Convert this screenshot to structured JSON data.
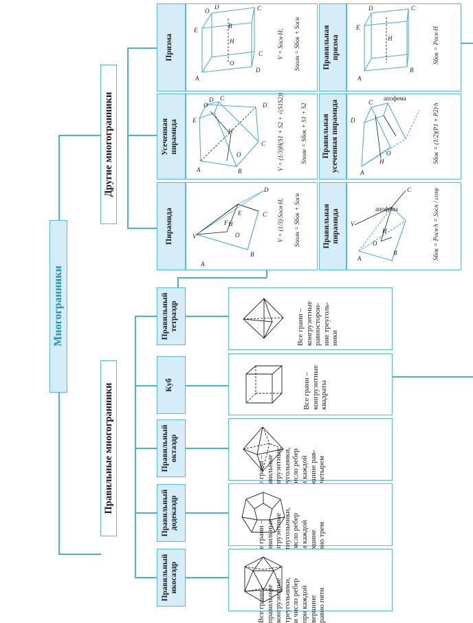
{
  "main_title": "Многогранники",
  "categories": {
    "regular": "Правильные многогранники",
    "other": "Другие многогранники"
  },
  "regular_polyhedra": [
    {
      "name": "Правильный\nикосаэдр",
      "description": "Все грани –\nправильные\nконгруэнтные\nтреугольники,\nи число ребер\nпри каждой\nвершине\nравно пяти"
    },
    {
      "name": "Правильный\nдодекаэдр",
      "description": "Все грани –\nправильные\nконгруэнтные\nпятиугольники,\nи число ребер\nпри каждой\nвершине\nравно трем"
    },
    {
      "name": "Правильный\nоктаэдр",
      "description": "Все грани –\nправильные\nконгруэнтные\nтреугольники,\nи число ребер\nпри каждой\nвершине рав-\nно четырем"
    },
    {
      "name": "Куб",
      "description": "Все грани –\nконгруэнтные\nквадраты"
    },
    {
      "name": "Правильный\nтетраэдр",
      "description": "Все грани –\nконгруэнтные\nравносторон-\nние треуголь-\nники"
    }
  ],
  "other_polyhedra": [
    {
      "name": "Пирамида",
      "formulas": [
        "V = (1/3)·Sосн·H;",
        "Sполн = Sбок + Sосн"
      ]
    },
    {
      "name": "Усеченная\nпирамида",
      "formulas": [
        "V = (1/3)H(S1 + S2 + √(S1S2))",
        "Sполн = Sбок + S1 + S2"
      ]
    },
    {
      "name": "Призма",
      "formulas": [
        "V = Sосн·H;",
        "Sполн = Sбок + Sосн"
      ]
    }
  ],
  "regular_other": [
    {
      "name": "Правильная\nпирамида",
      "formulas": [
        "Sбок = Pосн·h = Sосн / cosφ"
      ],
      "label": "апофема"
    },
    {
      "name": "Правильная\nусеченная пирамида",
      "formulas": [
        "Sбок = (1/2)(P1 + P2)·h"
      ],
      "label": "апофема"
    },
    {
      "name": "Правильная\nпризма",
      "formulas": [
        "Sбок = Pосн·H"
      ]
    }
  ],
  "colors": {
    "border": "#56b7dd",
    "header_fill": "#d4edf8",
    "title": "#1b8fc9"
  }
}
